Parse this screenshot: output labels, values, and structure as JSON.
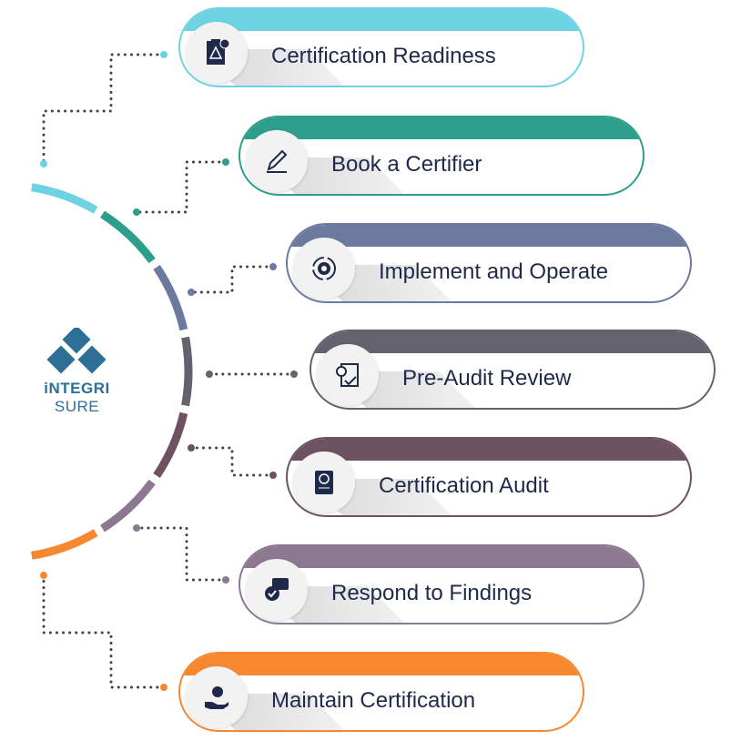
{
  "logo": {
    "brand_bold": "iNTEGRI",
    "brand_light": "SURE",
    "color": "#2e6f96"
  },
  "steps": [
    {
      "label": "Certification Readiness",
      "icon": "clipboard-warning-icon",
      "color": "#6dd3e3"
    },
    {
      "label": "Book a Certifier",
      "icon": "pencil-icon",
      "color": "#2e9e8c"
    },
    {
      "label": "Implement and Operate",
      "icon": "gear-cycle-icon",
      "color": "#6d7aa0"
    },
    {
      "label": "Pre-Audit Review",
      "icon": "document-review-icon",
      "color": "#66616f"
    },
    {
      "label": "Certification Audit",
      "icon": "certificate-icon",
      "color": "#6e5262"
    },
    {
      "label": "Respond to Findings",
      "icon": "chat-check-icon",
      "color": "#8c7890"
    },
    {
      "label": "Maintain Certification",
      "icon": "hand-gear-icon",
      "color": "#f7882f"
    }
  ]
}
